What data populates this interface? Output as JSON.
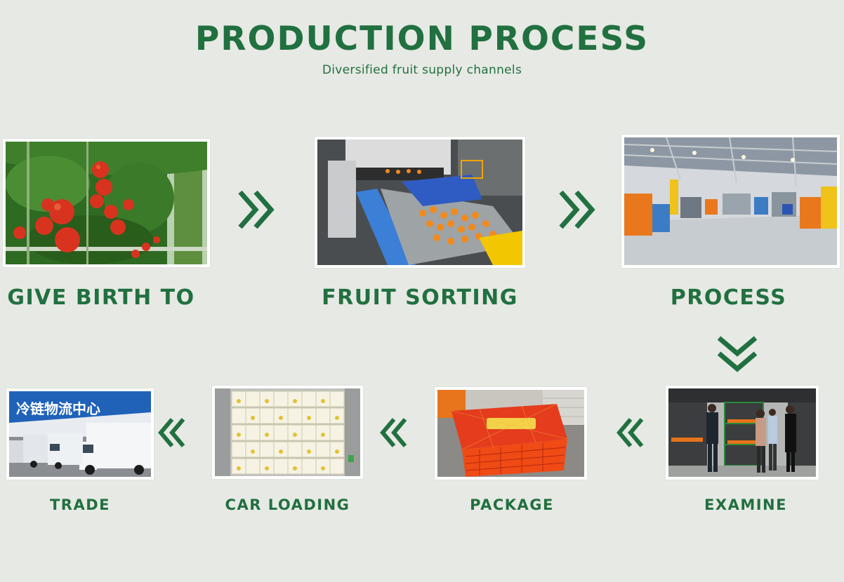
{
  "header": {
    "title": "PRODUCTION PROCESS",
    "subtitle": "Diversified fruit supply channels"
  },
  "steps_row1": [
    {
      "label": "GIVE BIRTH TO",
      "image": "tomato-greenhouse-photo"
    },
    {
      "label": "FRUIT SORTING",
      "image": "orange-sorting-machine-photo"
    },
    {
      "label": "PROCESS",
      "image": "factory-floor-photo"
    }
  ],
  "steps_row2": [
    {
      "label": "TRADE",
      "image": "refrigerated-trucks-photo",
      "sign_text": "冷链物流中心"
    },
    {
      "label": "CAR LOADING",
      "image": "boxes-loaded-truck-photo"
    },
    {
      "label": "PACKAGE",
      "image": "orange-crate-photo"
    },
    {
      "label": "EXAMINE",
      "image": "warehouse-inspection-photo"
    }
  ],
  "colors": {
    "brand_green": "#217040",
    "background": "#e7e9e4"
  }
}
